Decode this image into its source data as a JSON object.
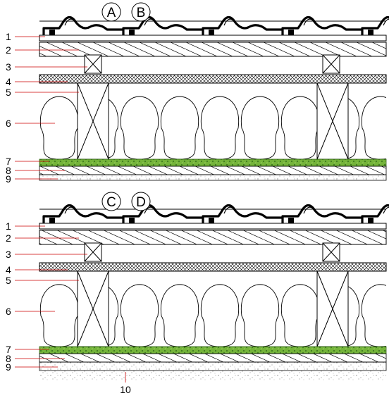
{
  "panels": [
    {
      "id": "top",
      "circle_labels": [
        "A",
        "B"
      ],
      "callouts": [
        "1",
        "2",
        "3",
        "4",
        "5",
        "6",
        "7",
        "8",
        "9"
      ]
    },
    {
      "id": "bottom",
      "circle_labels": [
        "C",
        "D"
      ],
      "callouts": [
        "1",
        "2",
        "3",
        "4",
        "5",
        "6",
        "7",
        "8",
        "9",
        "10"
      ]
    }
  ],
  "colors": {
    "callout_line": "#cc0000",
    "membrane_green": "#74b43a",
    "membrane_dark": "#3f7a1f",
    "stroke": "#000000"
  }
}
